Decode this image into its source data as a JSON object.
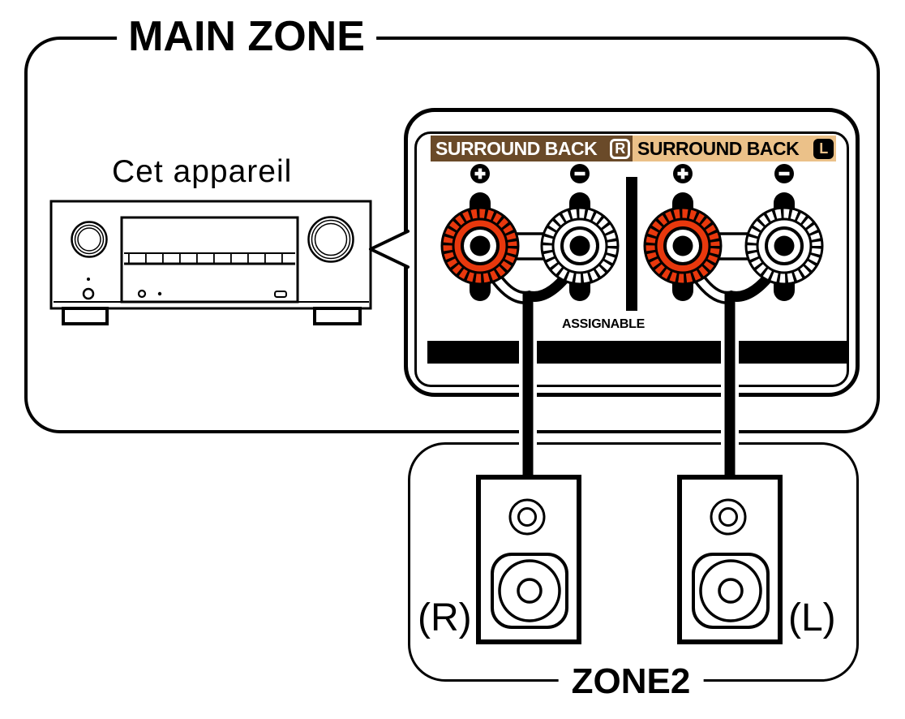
{
  "zones": {
    "main_zone": {
      "title": "MAIN ZONE"
    },
    "zone2": {
      "title": "ZONE2"
    }
  },
  "device": {
    "label": "Cet appareil",
    "type": "av-receiver-front-panel"
  },
  "terminal_panel": {
    "assignable_label": "ASSIGNABLE",
    "terminals": [
      {
        "name": "SURROUND BACK",
        "channel_badge": "R",
        "label_style": "white-on-brown",
        "posts": [
          {
            "polarity": "+",
            "color": "#E8380D"
          },
          {
            "polarity": "−",
            "color": "#FFFFFF"
          }
        ]
      },
      {
        "name": "SURROUND BACK",
        "channel_badge": "L",
        "label_style": "black-on-tan",
        "posts": [
          {
            "polarity": "+",
            "color": "#E8380D"
          },
          {
            "polarity": "−",
            "color": "#FFFFFF"
          }
        ]
      }
    ],
    "colors": {
      "label_dark_bg": "#6A4A29",
      "label_light_bg": "#EBC189",
      "post_red": "#E8380D"
    }
  },
  "speakers": [
    {
      "label": "(R)",
      "zone": "ZONE2"
    },
    {
      "label": "(L)",
      "zone": "ZONE2"
    }
  ]
}
